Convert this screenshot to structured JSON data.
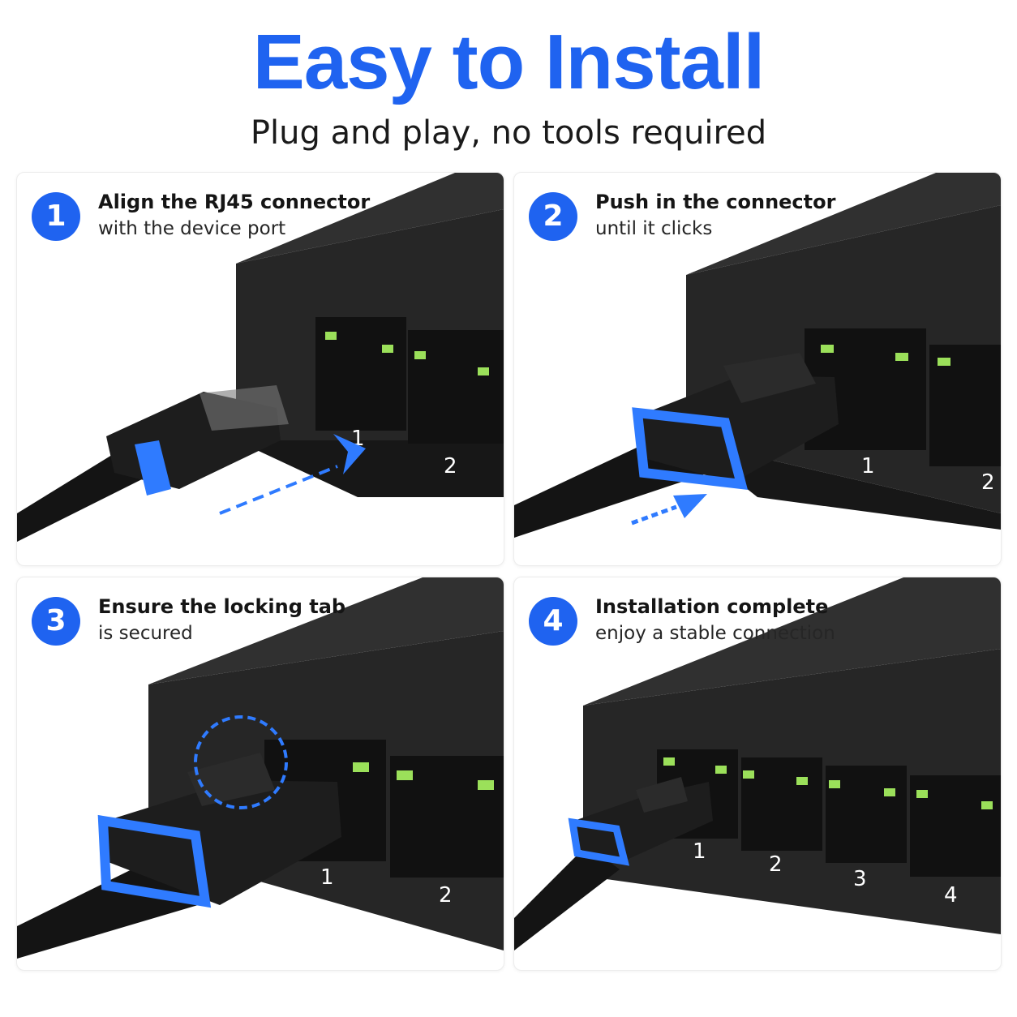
{
  "header": {
    "title": "Easy to Install",
    "subtitle": "Plug and play, no tools required"
  },
  "colors": {
    "accent": "#1f63f0",
    "device": "#1c1c1c",
    "led": "#9be05a",
    "cable_band": "#2f7bff"
  },
  "steps": [
    {
      "number": "1",
      "title": "Align the RJ45 connector",
      "desc": "with the device port",
      "ports": [
        "1",
        "2"
      ]
    },
    {
      "number": "2",
      "title": "Push in the connector",
      "desc": "until it clicks",
      "ports": [
        "1",
        "2"
      ]
    },
    {
      "number": "3",
      "title": "Ensure the locking tab",
      "desc": "is secured",
      "ports": [
        "1",
        "2"
      ]
    },
    {
      "number": "4",
      "title": "Installation complete",
      "desc": "enjoy a stable connection",
      "ports": [
        "1",
        "2",
        "3",
        "4"
      ]
    }
  ]
}
